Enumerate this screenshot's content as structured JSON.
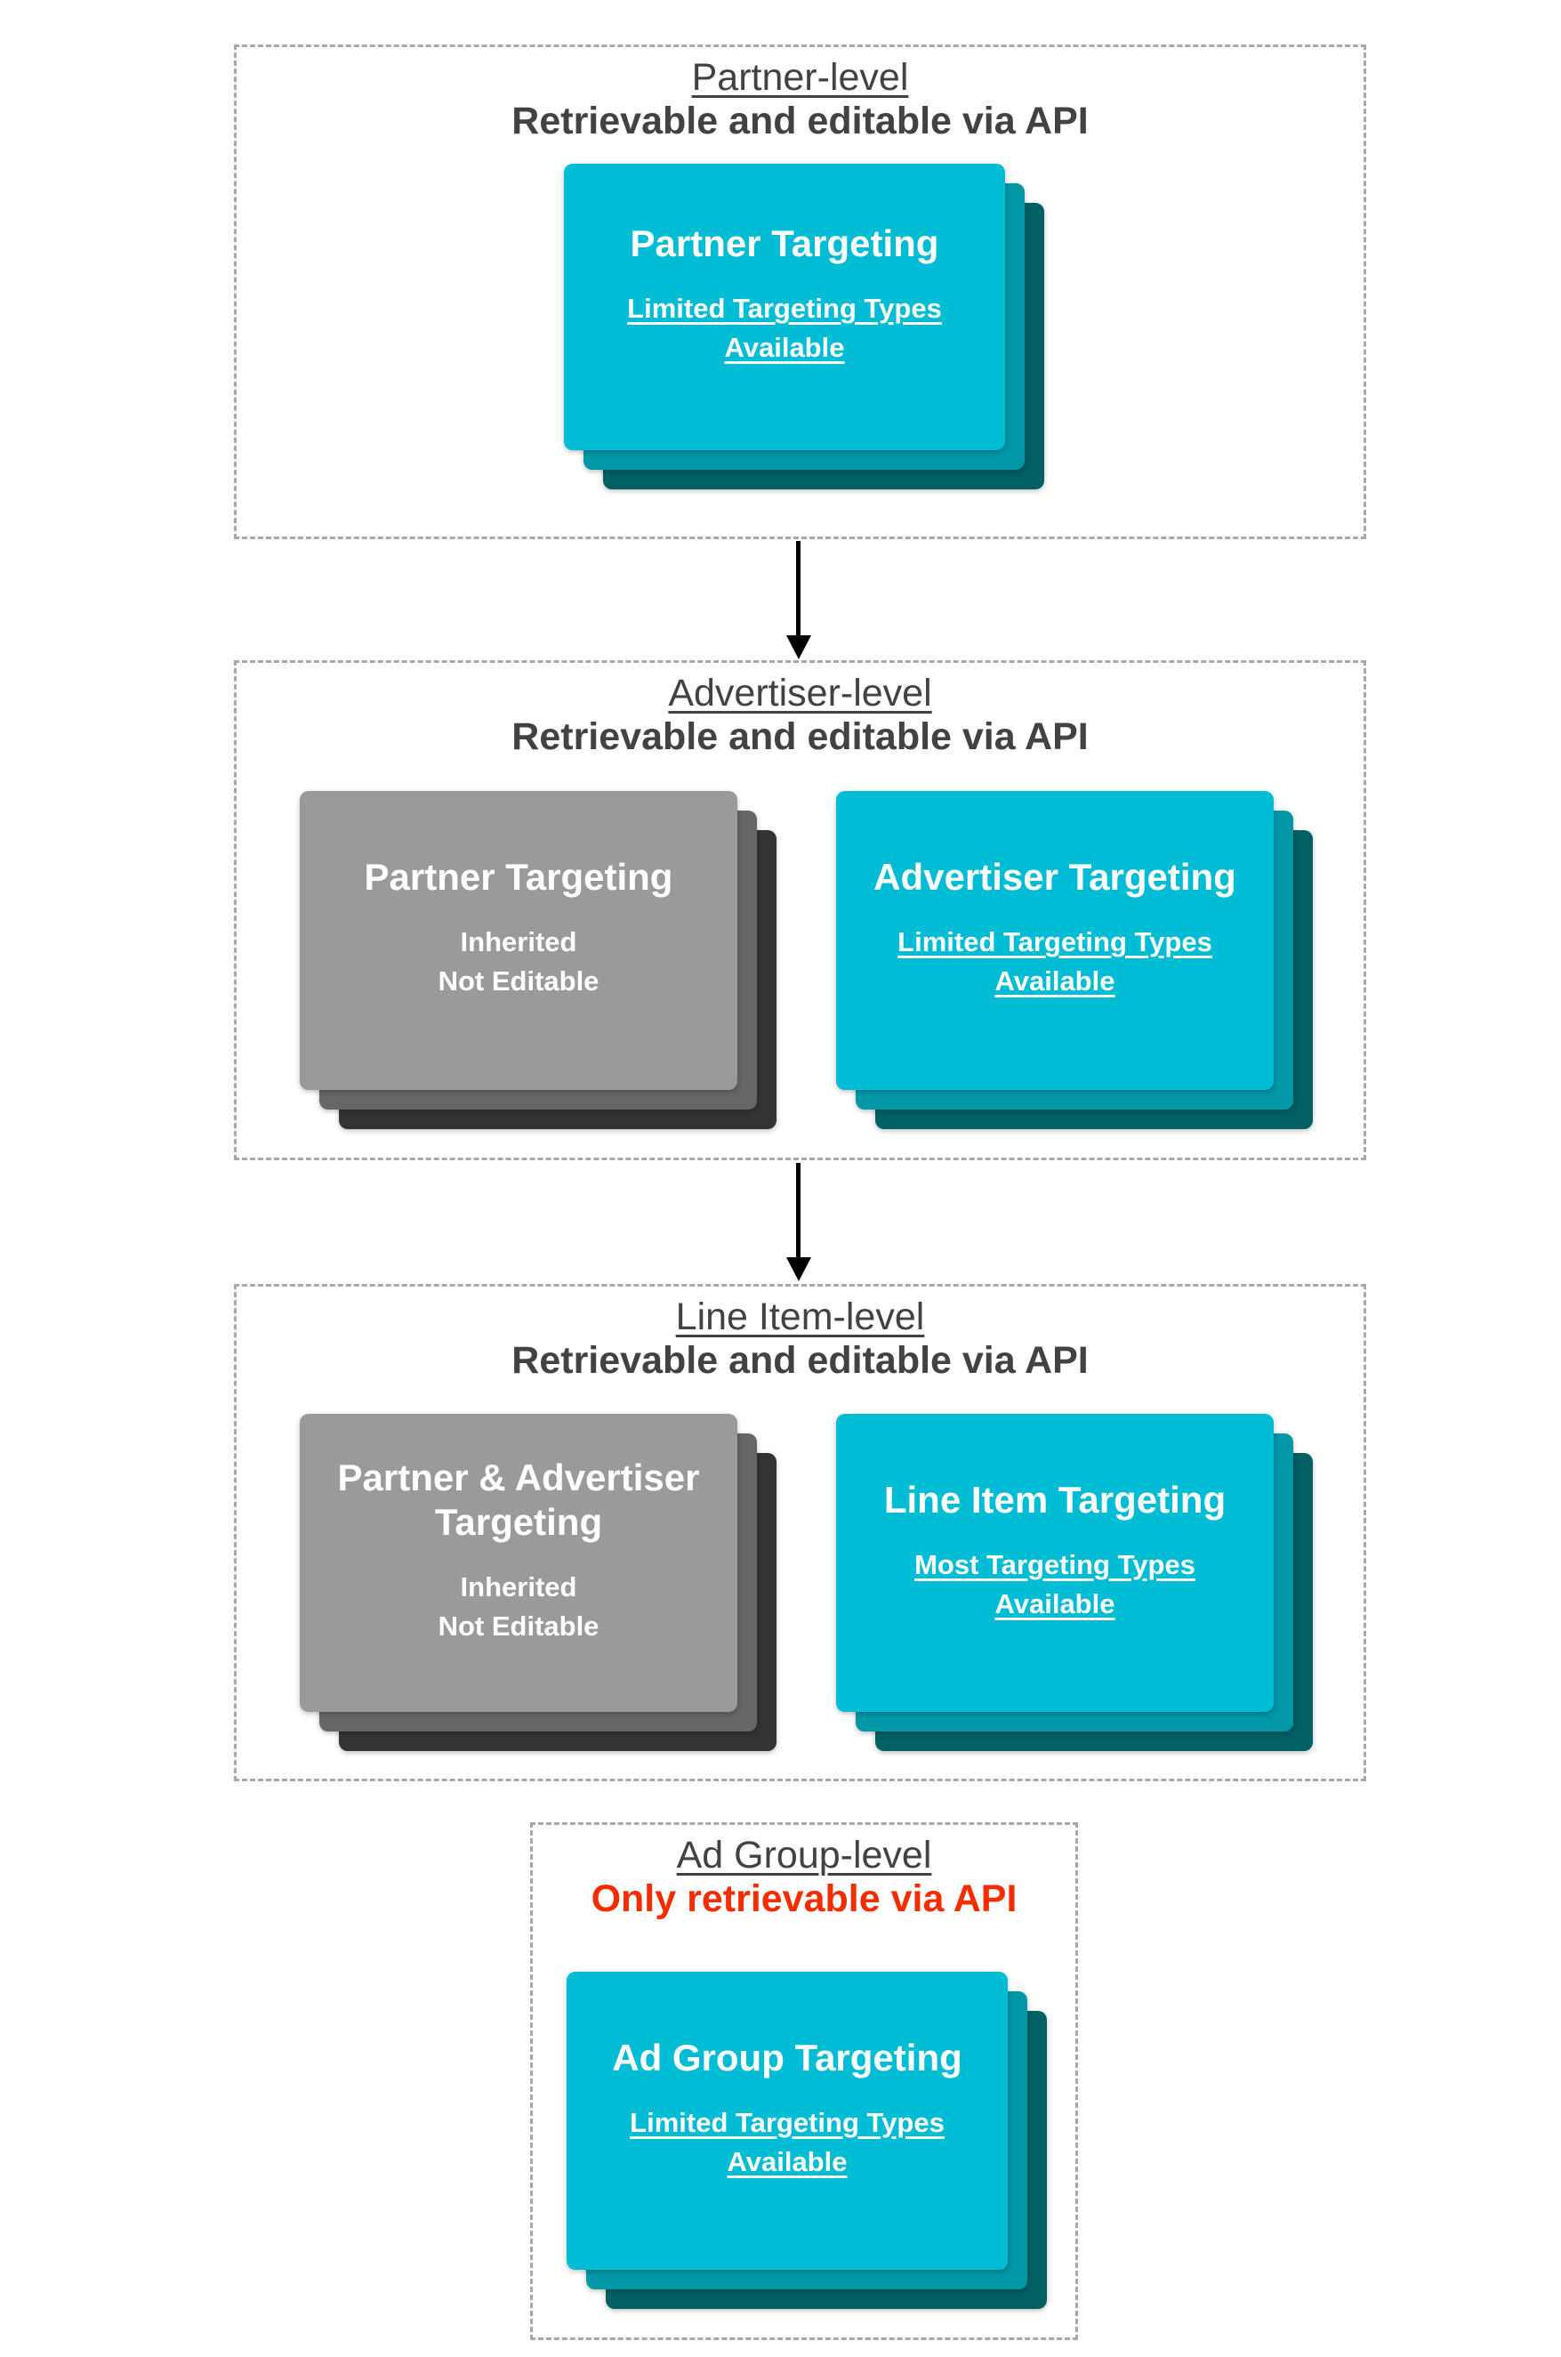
{
  "palette": {
    "cyan_front": "#00bcd4",
    "cyan_mid": "#0097a7",
    "cyan_back": "#006064",
    "gray_front": "#9a9a9a",
    "gray_mid": "#666666",
    "gray_back": "#333333",
    "heading_text": "#424242",
    "warn_text": "#f42d00",
    "border": "#a8a8a8"
  },
  "sections": [
    {
      "id": "partner-level",
      "title": "Partner-level",
      "subtitle": "Retrievable and editable via API",
      "cards": [
        {
          "variant": "cyan",
          "title": "Partner Targeting",
          "note_lines": [
            "Limited Targeting Types",
            "Available"
          ]
        }
      ]
    },
    {
      "id": "advertiser-level",
      "title": "Advertiser-level",
      "subtitle": "Retrievable and editable via API",
      "cards": [
        {
          "variant": "gray",
          "title": "Partner Targeting",
          "note_lines": [
            "Inherited",
            "Not Editable"
          ]
        },
        {
          "variant": "cyan",
          "title": "Advertiser Targeting",
          "note_lines": [
            "Limited Targeting Types",
            "Available"
          ]
        }
      ]
    },
    {
      "id": "line-item-level",
      "title": "Line Item-level",
      "subtitle": "Retrievable and editable via API",
      "cards": [
        {
          "variant": "gray",
          "title": "Partner & Advertiser Targeting",
          "note_lines": [
            "Inherited",
            "Not Editable"
          ]
        },
        {
          "variant": "cyan",
          "title": "Line Item Targeting",
          "note_lines": [
            "Most Targeting Types",
            "Available"
          ]
        }
      ]
    },
    {
      "id": "ad-group-level",
      "title": "Ad Group-level",
      "subtitle": "Only retrievable via API",
      "cards": [
        {
          "variant": "cyan",
          "title": "Ad Group Targeting",
          "note_lines": [
            "Limited Targeting Types",
            "Available"
          ]
        }
      ]
    }
  ]
}
